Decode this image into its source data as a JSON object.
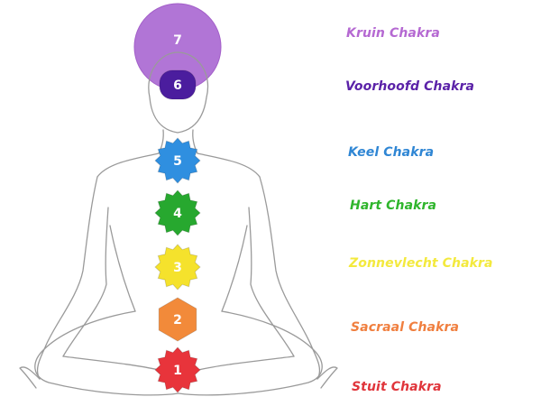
{
  "chakras": [
    {
      "number": "1",
      "label": "Stuit Chakra",
      "color": "#e8343b",
      "label_color": "#e0353b",
      "shape": "flower"
    },
    {
      "number": "2",
      "label": "Sacraal Chakra",
      "color": "#f28a3a",
      "label_color": "#f07f3f",
      "shape": "hexagon"
    },
    {
      "number": "3",
      "label": "Zonnevlecht Chakra",
      "color": "#f5e22c",
      "label_color": "#f3e93d",
      "shape": "flower"
    },
    {
      "number": "4",
      "label": "Hart Chakra",
      "color": "#27a82f",
      "label_color": "#2fb52c",
      "shape": "flower"
    },
    {
      "number": "5",
      "label": "Keel Chakra",
      "color": "#2f8fe0",
      "label_color": "#2f86d4",
      "shape": "flower"
    },
    {
      "number": "6",
      "label": "Voorhoofd Chakra",
      "color": "#4b1d9e",
      "label_color": "#5b22a8",
      "shape": "eye"
    },
    {
      "number": "7",
      "label": "Kruin Chakra",
      "color": "#b175d6",
      "label_color": "#b569d2",
      "shape": "halo"
    }
  ],
  "colors": {
    "outline": "#9a9a9a",
    "background": "#ffffff"
  }
}
